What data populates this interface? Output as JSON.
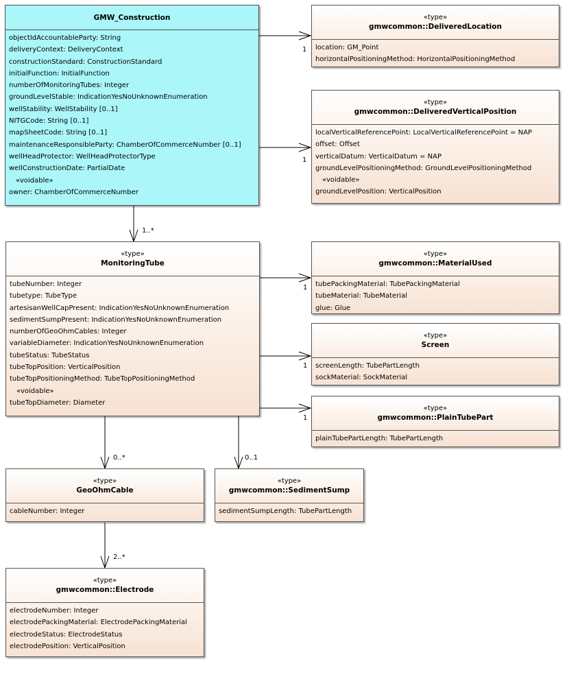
{
  "classes": {
    "gmw_construction": {
      "title": "GMW_Construction",
      "attributes": [
        "objectIdAccountableParty: String",
        "deliveryContext: DeliveryContext",
        "constructionStandard: ConstructionStandard",
        "initialFunction: InitialFunction",
        "numberOfMonitoringTubes: Integer",
        "groundLevelStable: IndicationYesNoUnknownEnumeration",
        "wellStability: WellStability [0..1]",
        "NITGCode: String [0..1]",
        "mapSheetCode: String [0..1]",
        "maintenanceResponsibleParty: ChamberOfCommerceNumber [0..1]",
        "wellHeadProtector: WellHeadProtectorType",
        "wellConstructionDate: PartialDate"
      ],
      "voidable_label": "«voidable»",
      "voidable_attributes": [
        "owner: ChamberOfCommerceNumber"
      ]
    },
    "delivered_location": {
      "stereotype": "«type»",
      "title": "gmwcommon::DeliveredLocation",
      "attributes": [
        "location: GM_Point",
        "horizontalPositioningMethod: HorizontalPositioningMethod"
      ]
    },
    "delivered_vertical_position": {
      "stereotype": "«type»",
      "title": "gmwcommon::DeliveredVerticalPosition",
      "attributes": [
        "localVerticalReferencePoint: LocalVerticalReferencePoint = NAP",
        "offset: Offset",
        "verticalDatum: VerticalDatum = NAP",
        "groundLevelPositioningMethod: GroundLevelPositioningMethod"
      ],
      "voidable_label": "«voidable»",
      "voidable_attributes": [
        "groundLevelPosition: VerticalPosition"
      ]
    },
    "monitoring_tube": {
      "stereotype": "«type»",
      "title": "MonitoringTube",
      "attributes": [
        "tubeNumber: Integer",
        "tubetype: TubeType",
        "artesisanWellCapPresent: IndicationYesNoUnknownEnumeration",
        "sedimentSumpPresent: IndicationYesNoUnknownEnumeration",
        "numberOfGeoOhmCables: Integer",
        "variableDiameter: IndicationYesNoUnknownEnumeration",
        "tubeStatus: TubeStatus",
        "tubeTopPosition: VerticalPosition",
        "tubeTopPositioningMethod: TubeTopPositioningMethod"
      ],
      "voidable_label": "«voidable»",
      "voidable_attributes": [
        "tubeTopDiameter: Diameter"
      ]
    },
    "material_used": {
      "stereotype": "«type»",
      "title": "gmwcommon::MaterialUsed",
      "attributes": [
        "tubePackingMaterial: TubePackingMaterial",
        "tubeMaterial: TubeMaterial",
        "glue: Glue"
      ]
    },
    "screen": {
      "stereotype": "«type»",
      "title": "Screen",
      "attributes": [
        "screenLength: TubePartLength",
        "sockMaterial: SockMaterial"
      ]
    },
    "plain_tube_part": {
      "stereotype": "«type»",
      "title": "gmwcommon::PlainTubePart",
      "attributes": [
        "plainTubePartLength: TubePartLength"
      ]
    },
    "geo_ohm_cable": {
      "stereotype": "«type»",
      "title": "GeoOhmCable",
      "attributes": [
        "cableNumber: Integer"
      ]
    },
    "sediment_sump": {
      "stereotype": "«type»",
      "title": "gmwcommon::SedimentSump",
      "attributes": [
        "sedimentSumpLength: TubePartLength"
      ]
    },
    "electrode": {
      "stereotype": "«type»",
      "title": "gmwcommon::Electrode",
      "attributes": [
        "electrodeNumber: Integer",
        "electrodePackingMaterial: ElectrodePackingMaterial",
        "electrodeStatus: ElectrodeStatus",
        "electrodePosition: VerticalPosition"
      ]
    }
  },
  "multiplicities": {
    "location": "1",
    "vertical_position": "1",
    "tube": "1..*",
    "material": "1",
    "screen": "1",
    "plain": "1",
    "cable": "0..*",
    "sump": "0..1",
    "electrode": "2..*"
  },
  "colors": {
    "root_fill": "#aaf6f9",
    "type_fill": "#fbeee4",
    "line": "#000000"
  }
}
